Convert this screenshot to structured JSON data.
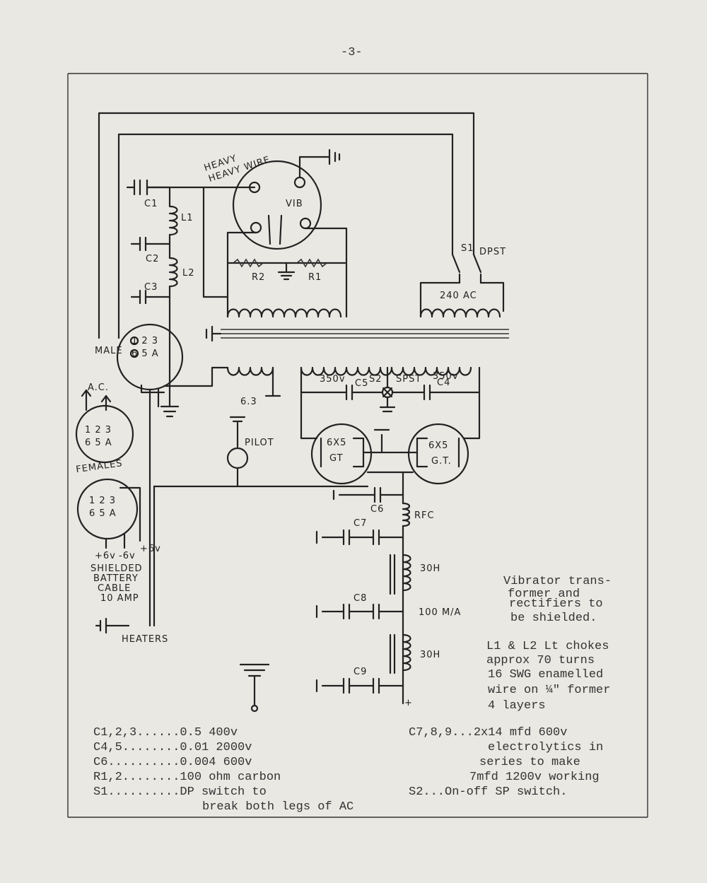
{
  "page_number": "-3-",
  "labels": {
    "heavy_wire": "HEAVY WIRE",
    "vib": "VIB",
    "c1": "C1",
    "c2": "C2",
    "c3": "C3",
    "l1": "L1",
    "l2": "L2",
    "r1": "R1",
    "r2": "R2",
    "s1": "S1",
    "dpst": "DPST",
    "transformer_primary": "240 AC",
    "male": "MALE",
    "ac": "A.C.",
    "females": "FEMALES",
    "filament": "6.3",
    "hv_left": "350v",
    "hv_right": "350v",
    "c5": "C5",
    "c4": "C4",
    "s2": "S2",
    "spst": "SPST",
    "tube_left": "6X5 GT",
    "tube_right": "6X5 G.T.",
    "pilot": "PILOT",
    "c6": "C6",
    "rfc": "RFC",
    "c7": "C7",
    "c8": "C8",
    "c9": "C9",
    "choke1": "30H",
    "choke2": "30H",
    "current": "100 M/A",
    "battery_cable": [
      "SHIELDED",
      "BATTERY",
      "CABLE",
      "10 AMP"
    ],
    "battery_terms": [
      "+6v",
      "-6v",
      "+6v"
    ],
    "heaters": "HEATERS"
  },
  "notes": {
    "shielding": [
      "Vibrator trans-",
      "former and",
      "rectifiers to",
      "be shielded."
    ],
    "chokes": [
      "L1 & L2 Lt chokes",
      "approx 70 turns",
      "16 SWG enamelled",
      "wire on ¼\" former",
      "4 layers"
    ]
  },
  "parts_left": [
    "C1,2,3......0.5  400v",
    "C4,5........0.01 2000v",
    "C6..........0.004 600v",
    "R1,2........100 ohm carbon",
    "S1..........DP switch to",
    "break both legs of AC"
  ],
  "parts_right": [
    "C7,8,9...2x14 mfd 600v",
    "electrolytics in",
    "series to make",
    "7mfd 1200v working",
    "S2...On-off SP switch."
  ]
}
